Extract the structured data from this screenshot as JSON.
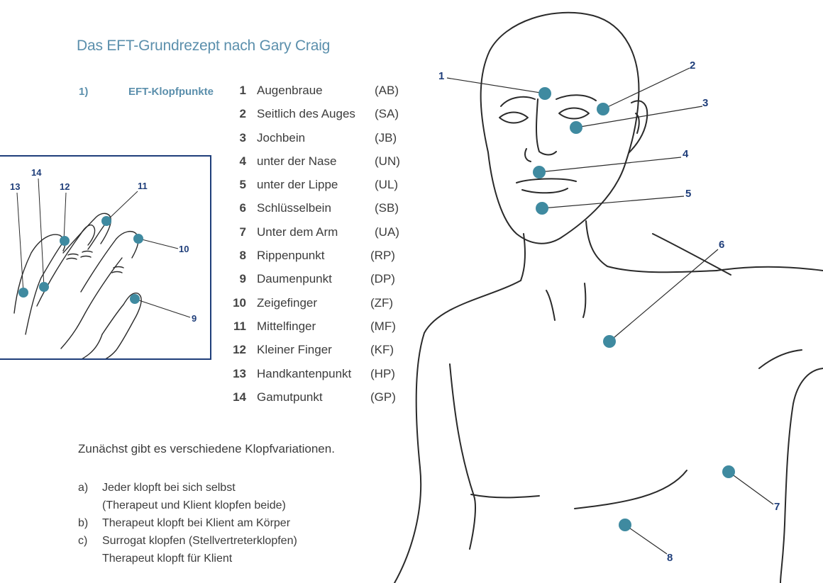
{
  "title": "Das EFT-Grundrezept nach Gary Craig",
  "section": {
    "number": "1)",
    "label": "EFT-Klopfpunkte"
  },
  "points": [
    {
      "num": "1",
      "label": "Augenbraue",
      "abbr": "(AB)"
    },
    {
      "num": "2",
      "label": "Seitlich des Auges",
      "abbr": "(SA)"
    },
    {
      "num": "3",
      "label": "Jochbein",
      "abbr": "(JB)"
    },
    {
      "num": "4",
      "label": "unter der Nase",
      "abbr": "(UN)"
    },
    {
      "num": "5",
      "label": "unter der Lippe",
      "abbr": "(UL)"
    },
    {
      "num": "6",
      "label": "Schlüsselbein",
      "abbr": "(SB)"
    },
    {
      "num": "7",
      "label": "Unter dem Arm",
      "abbr": "(UA)"
    },
    {
      "num": "8",
      "label": "Rippenpunkt",
      "abbr": "(RP)"
    },
    {
      "num": "9",
      "label": "Daumenpunkt",
      "abbr": "(DP)"
    },
    {
      "num": "10",
      "label": "Zeigefinger",
      "abbr": "(ZF)"
    },
    {
      "num": "11",
      "label": "Mittelfinger",
      "abbr": "(MF)"
    },
    {
      "num": "12",
      "label": "Kleiner Finger",
      "abbr": "(KF)"
    },
    {
      "num": "13",
      "label": "Handkantenpunkt",
      "abbr": "(HP)"
    },
    {
      "num": "14",
      "label": "Gamutpunkt",
      "abbr": "(GP)"
    }
  ],
  "intro": "Zunächst gibt es verschiedene Klopfvariationen.",
  "variations": [
    {
      "letter": "a)",
      "line1": "Jeder klopft bei sich selbst",
      "line2": "(Therapeut und Klient klopfen beide)"
    },
    {
      "letter": "b)",
      "line1": "Therapeut klopft bei Klient  am Körper",
      "line2": ""
    },
    {
      "letter": "c)",
      "line1": "Surrogat klopfen (Stellvertreterklopfen)",
      "line2": "Therapeut klopft für Klient"
    }
  ],
  "colors": {
    "accent": "#5b8fac",
    "dot": "#3f8aa0",
    "callout": "#1f3e7a",
    "outline": "#2a2a2a"
  }
}
